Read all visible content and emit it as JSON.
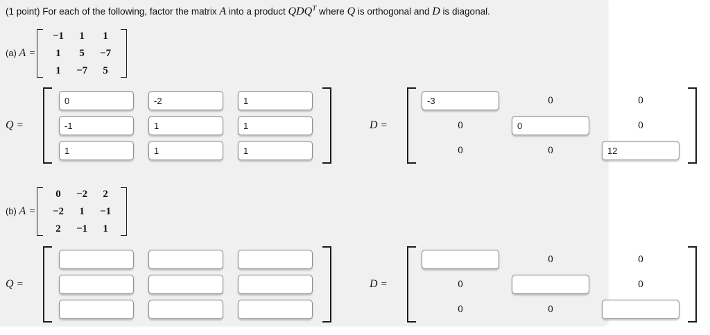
{
  "math": {
    "eq": "=",
    "zero": "0"
  },
  "header": {
    "prefix": "(1 point) For each of the following, factor the matrix ",
    "A": "A",
    "mid1": " into a product ",
    "QDQ": "QDQ",
    "sup_T": "T",
    "mid2": " where ",
    "Q": "Q",
    "mid3": " is orthogonal and ",
    "D": "D",
    "suffix": " is diagonal."
  },
  "part_a": {
    "label": "(a)",
    "A_letter": "A",
    "matrix": [
      [
        "−1",
        "1",
        "1"
      ],
      [
        "1",
        "5",
        "−7"
      ],
      [
        "1",
        "−7",
        "5"
      ]
    ],
    "Q_letter": "Q",
    "q_inputs": [
      [
        "0",
        "-2",
        "1"
      ],
      [
        "-1",
        "1",
        "1"
      ],
      [
        "1",
        "1",
        "1"
      ]
    ],
    "D_letter": "D",
    "d_inputs": [
      "-3",
      "0",
      "12"
    ]
  },
  "part_b": {
    "label": "(b)",
    "A_letter": "A",
    "matrix": [
      [
        "0",
        "−2",
        "2"
      ],
      [
        "−2",
        "1",
        "−1"
      ],
      [
        "2",
        "−1",
        "1"
      ]
    ],
    "Q_letter": "Q",
    "q_inputs": [
      [
        "",
        "",
        ""
      ],
      [
        "",
        "",
        ""
      ],
      [
        "",
        "",
        ""
      ]
    ],
    "D_letter": "D",
    "d_inputs": [
      "",
      "",
      ""
    ]
  }
}
